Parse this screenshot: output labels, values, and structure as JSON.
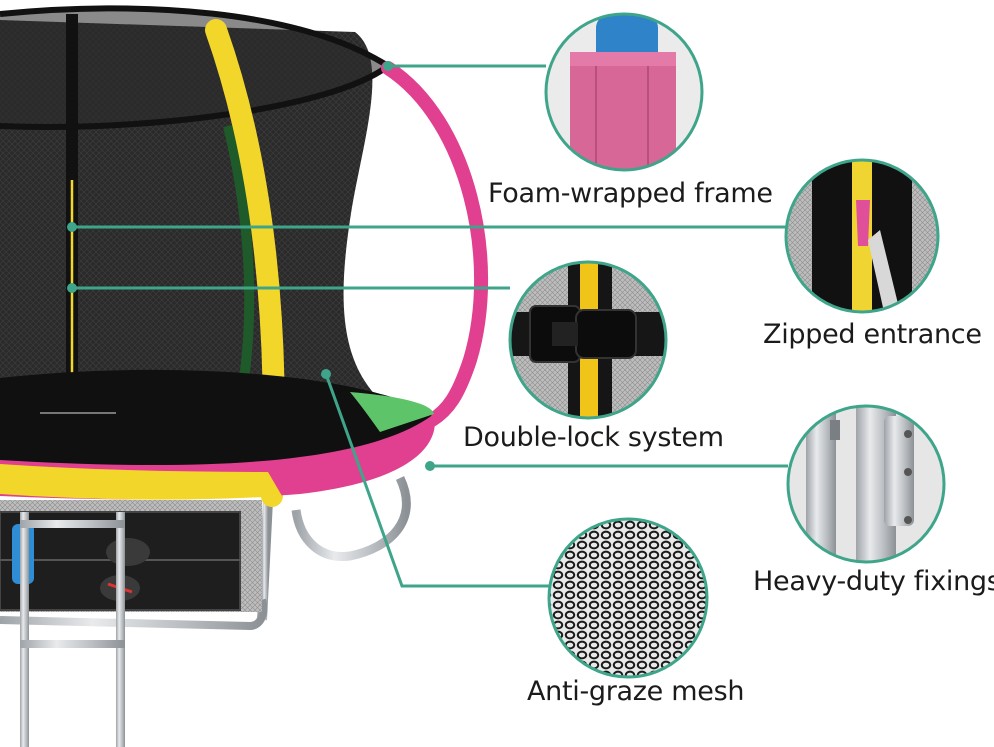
{
  "colors": {
    "accent_line": "#3fa58a",
    "pad_pink": "#e0408f",
    "pad_yellow": "#f3d62a",
    "pad_green": "#5dc46a",
    "frame_steel": "#cfd3d6",
    "net_black": "#1c1c1c"
  },
  "features": [
    {
      "id": "foam",
      "label": "Foam-wrapped frame",
      "icon": "foam-pole-icon"
    },
    {
      "id": "zip",
      "label": "Zipped entrance",
      "icon": "zipper-icon"
    },
    {
      "id": "lock",
      "label": "Double-lock system",
      "icon": "buckle-icon"
    },
    {
      "id": "heavy",
      "label": "Heavy-duty fixings",
      "icon": "steel-pole-icon"
    },
    {
      "id": "mesh",
      "label": "Anti-graze mesh",
      "icon": "mesh-icon"
    }
  ]
}
